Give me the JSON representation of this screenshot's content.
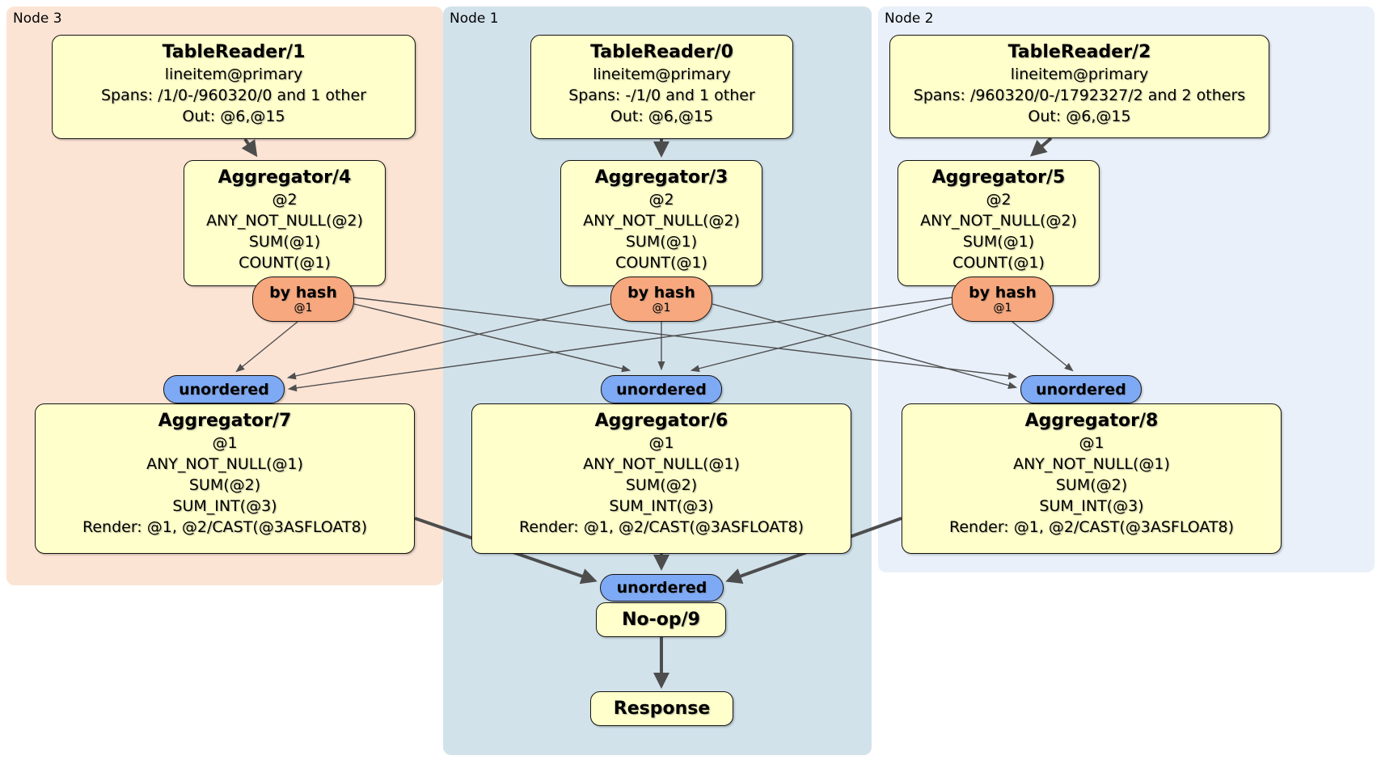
{
  "diagram": {
    "regions": [
      {
        "id": "node3",
        "label": "Node 3"
      },
      {
        "id": "node1",
        "label": "Node 1"
      },
      {
        "id": "node2",
        "label": "Node 2"
      }
    ],
    "boxes": [
      {
        "id": "tr1",
        "title": "TableReader/1",
        "lines": [
          "lineitem@primary",
          "Spans: /1/0-/960320/0 and 1 other",
          "Out: @6,@15"
        ]
      },
      {
        "id": "tr0",
        "title": "TableReader/0",
        "lines": [
          "lineitem@primary",
          "Spans: -/1/0 and 1 other",
          "Out: @6,@15"
        ]
      },
      {
        "id": "tr2",
        "title": "TableReader/2",
        "lines": [
          "lineitem@primary",
          "Spans: /960320/0-/1792327/2 and 2 others",
          "Out: @6,@15"
        ]
      },
      {
        "id": "agg4",
        "title": "Aggregator/4",
        "lines": [
          "@2",
          "ANY_NOT_NULL(@2)",
          "SUM(@1)",
          "COUNT(@1)"
        ]
      },
      {
        "id": "agg3",
        "title": "Aggregator/3",
        "lines": [
          "@2",
          "ANY_NOT_NULL(@2)",
          "SUM(@1)",
          "COUNT(@1)"
        ]
      },
      {
        "id": "agg5",
        "title": "Aggregator/5",
        "lines": [
          "@2",
          "ANY_NOT_NULL(@2)",
          "SUM(@1)",
          "COUNT(@1)"
        ]
      },
      {
        "id": "agg7",
        "title": "Aggregator/7",
        "lines": [
          "@1",
          "ANY_NOT_NULL(@1)",
          "SUM(@2)",
          "SUM_INT(@3)",
          "Render: @1, @2/CAST(@3ASFLOAT8)"
        ]
      },
      {
        "id": "agg6",
        "title": "Aggregator/6",
        "lines": [
          "@1",
          "ANY_NOT_NULL(@1)",
          "SUM(@2)",
          "SUM_INT(@3)",
          "Render: @1, @2/CAST(@3ASFLOAT8)"
        ]
      },
      {
        "id": "agg8",
        "title": "Aggregator/8",
        "lines": [
          "@1",
          "ANY_NOT_NULL(@1)",
          "SUM(@2)",
          "SUM_INT(@3)",
          "Render: @1, @2/CAST(@3ASFLOAT8)"
        ]
      },
      {
        "id": "noop",
        "title": "No-op/9",
        "lines": []
      },
      {
        "id": "response",
        "title": "Response",
        "lines": []
      }
    ],
    "routers": [
      {
        "id": "hash4",
        "label": "by hash",
        "sub": "@1"
      },
      {
        "id": "hash3",
        "label": "by hash",
        "sub": "@1"
      },
      {
        "id": "hash5",
        "label": "by hash",
        "sub": "@1"
      }
    ],
    "syncs": [
      {
        "id": "un7",
        "label": "unordered"
      },
      {
        "id": "un6",
        "label": "unordered"
      },
      {
        "id": "un8",
        "label": "unordered"
      },
      {
        "id": "unf",
        "label": "unordered"
      }
    ],
    "colors": {
      "node3_bg": "#fce4d5",
      "node1_bg": "#d2e2eb",
      "node2_bg": "#e9f0f9",
      "box_bg": "#ffffcb",
      "router_bg": "#f7a87e",
      "sync_bg": "#7ea9f4",
      "border": "#141414",
      "edge_thin": "#4f4f4f",
      "edge_thick": "#4d4d4d"
    }
  }
}
